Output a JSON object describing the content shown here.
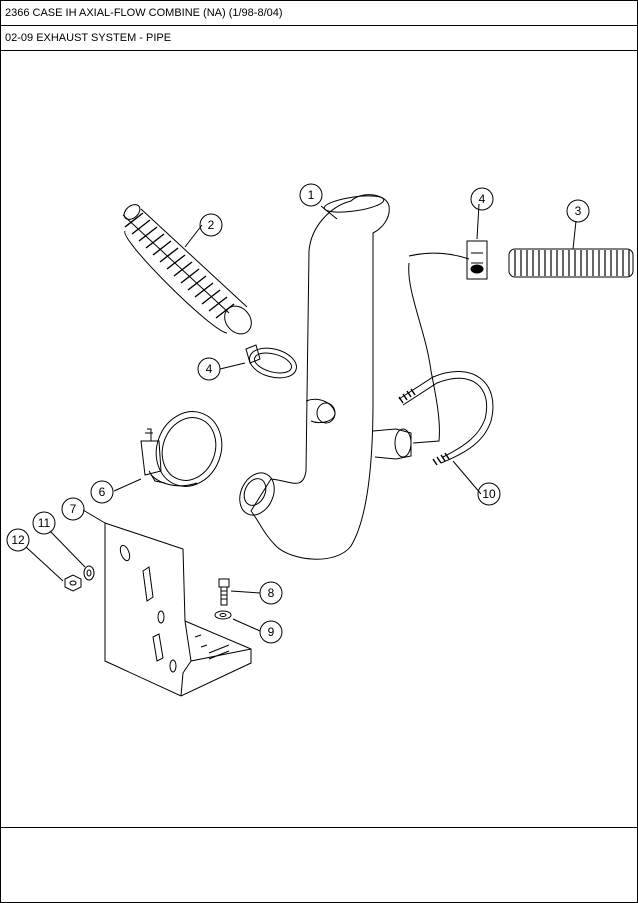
{
  "header": {
    "title": "2366 CASE IH AXIAL-FLOW COMBINE (NA) (1/98-8/04)",
    "subtitle": "02-09 EXHAUST SYSTEM - PIPE"
  },
  "callouts": [
    "1",
    "2",
    "3",
    "4",
    "4",
    "6",
    "7",
    "8",
    "9",
    "10",
    "11",
    "12"
  ]
}
